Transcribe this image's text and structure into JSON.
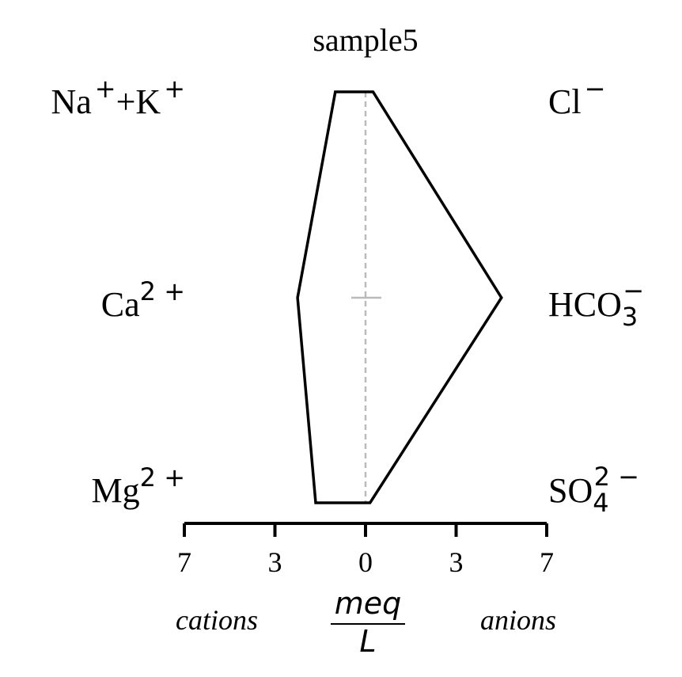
{
  "chart_data": {
    "type": "stiff",
    "title": "sample5",
    "cations": [
      {
        "base": "Na",
        "sup1": "+",
        "mid": "+K",
        "sup2": "+",
        "value": 1.0
      },
      {
        "base": "Ca",
        "sup1": "2 +",
        "mid": "",
        "sup2": "",
        "value": 2.25
      },
      {
        "base": "Mg",
        "sup1": "2 +",
        "mid": "",
        "sup2": "",
        "value": 1.65
      }
    ],
    "anions": [
      {
        "base": "Cl",
        "sub": "",
        "sup": "−",
        "value": 0.25
      },
      {
        "base": "HCO",
        "sub": "3",
        "sup": "−",
        "value": 4.5
      },
      {
        "base": "SO",
        "sub": "4",
        "sup": "2 −",
        "value": 0.15
      }
    ],
    "x_ticks": [
      {
        "pos": -6,
        "label": "7"
      },
      {
        "pos": -3,
        "label": "3"
      },
      {
        "pos": 0,
        "label": "0"
      },
      {
        "pos": 3,
        "label": "3"
      },
      {
        "pos": 6,
        "label": "7"
      }
    ],
    "xlim": [
      -6,
      6
    ],
    "left_label": "cations",
    "right_label": "anions",
    "unit_numerator": "meq",
    "unit_denominator": "L",
    "polygon_color": "#000000",
    "centerline_color": "#bbbbbb"
  }
}
